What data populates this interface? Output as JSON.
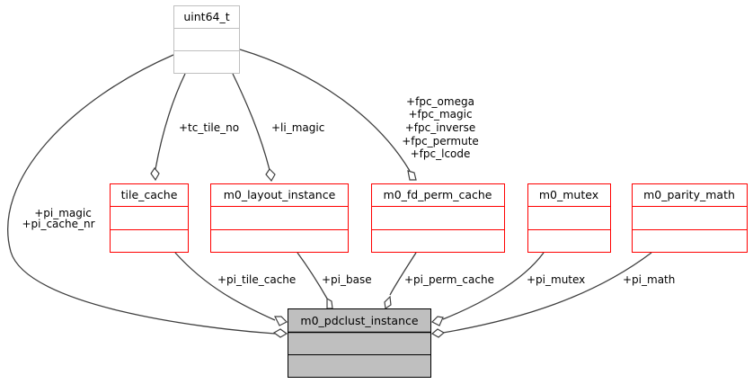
{
  "diagram": {
    "type": "collaboration-graph",
    "colors": {
      "main_class_fill": "#bfbfbf",
      "main_class_border": "#000000",
      "member_class_border": "#ff0000",
      "external_type_border": "#bfbfbf",
      "edge": "#404040"
    },
    "nodes": {
      "uint64_t": {
        "label": "uint64_t",
        "kind": "external"
      },
      "tile_cache": {
        "label": "tile_cache",
        "kind": "member"
      },
      "m0_layout_instance": {
        "label": "m0_layout_instance",
        "kind": "member"
      },
      "m0_fd_perm_cache": {
        "label": "m0_fd_perm_cache",
        "kind": "member"
      },
      "m0_mutex": {
        "label": "m0_mutex",
        "kind": "member"
      },
      "m0_parity_math": {
        "label": "m0_parity_math",
        "kind": "member"
      },
      "m0_pdclust_instance": {
        "label": "m0_pdclust_instance",
        "kind": "main"
      }
    },
    "edges": [
      {
        "from": "uint64_t",
        "to": "m0_pdclust_instance",
        "labels": [
          "+pi_magic",
          "+pi_cache_nr"
        ]
      },
      {
        "from": "uint64_t",
        "to": "tile_cache",
        "labels": [
          "+tc_tile_no"
        ]
      },
      {
        "from": "uint64_t",
        "to": "m0_layout_instance",
        "labels": [
          "+li_magic"
        ]
      },
      {
        "from": "uint64_t",
        "to": "m0_fd_perm_cache",
        "labels": [
          "+fpc_omega",
          "+fpc_magic",
          "+fpc_inverse",
          "+fpc_permute",
          "+fpc_lcode"
        ]
      },
      {
        "from": "tile_cache",
        "to": "m0_pdclust_instance",
        "labels": [
          "+pi_tile_cache"
        ]
      },
      {
        "from": "m0_layout_instance",
        "to": "m0_pdclust_instance",
        "labels": [
          "+pi_base"
        ]
      },
      {
        "from": "m0_fd_perm_cache",
        "to": "m0_pdclust_instance",
        "labels": [
          "+pi_perm_cache"
        ]
      },
      {
        "from": "m0_mutex",
        "to": "m0_pdclust_instance",
        "labels": [
          "+pi_mutex"
        ]
      },
      {
        "from": "m0_parity_math",
        "to": "m0_pdclust_instance",
        "labels": [
          "+pi_math"
        ]
      }
    ]
  }
}
